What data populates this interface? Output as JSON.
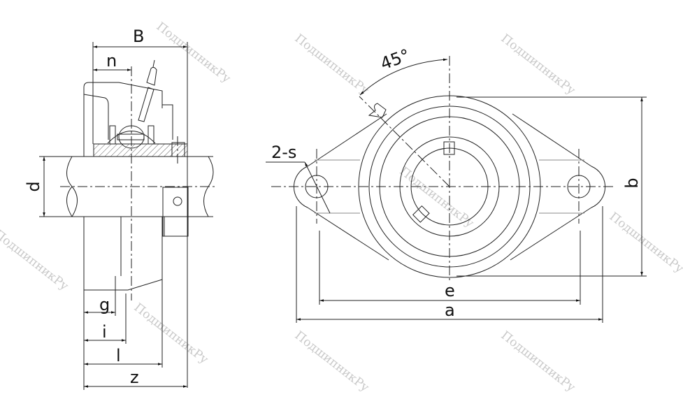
{
  "drawing": {
    "side_view_labels": {
      "B": "B",
      "n": "n",
      "d": "d",
      "g": "g",
      "i": "i",
      "l": "l",
      "z": "z"
    },
    "front_view_labels": {
      "angle": "45°",
      "holes": "2-s",
      "b": "b",
      "e": "e",
      "a": "a"
    }
  },
  "watermark": "ПодшипникРу"
}
